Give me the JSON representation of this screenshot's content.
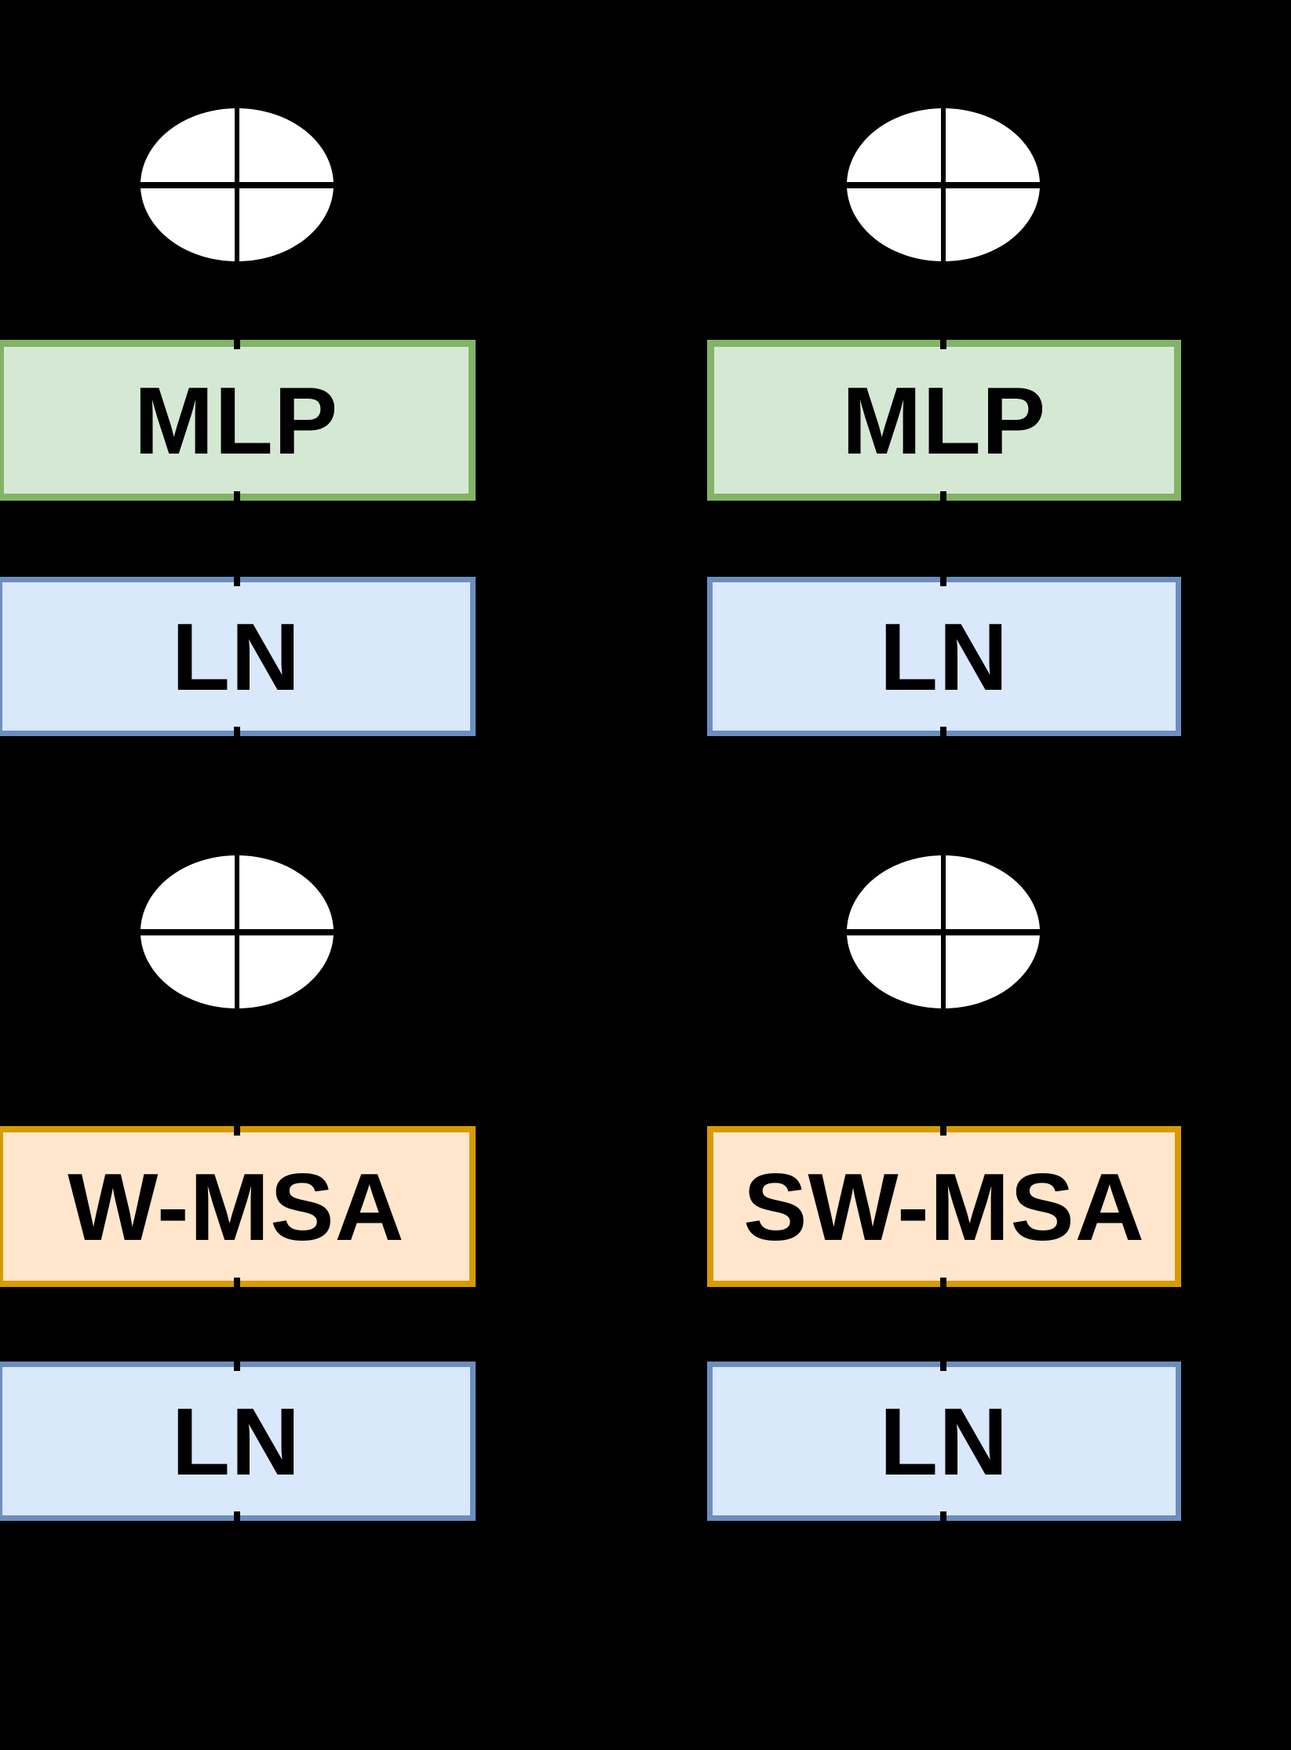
{
  "figure": {
    "columns": [
      {
        "id": "left-block",
        "mlp_label": "MLP",
        "ln_top_label": "LN",
        "msa_label": "W-MSA",
        "ln_bottom_label": "LN"
      },
      {
        "id": "right-block",
        "mlp_label": "MLP",
        "ln_top_label": "LN",
        "msa_label": "SW-MSA",
        "ln_bottom_label": "LN"
      }
    ],
    "icons": [
      {
        "name": "add-icon",
        "glyph": "⊕",
        "count": 4
      }
    ],
    "colors": {
      "background": "#000000",
      "mlp_fill": "#d5e8d4",
      "mlp_border": "#82b366",
      "ln_fill": "#dae8fc",
      "ln_border": "#6c8ebf",
      "msa_fill": "#ffe6cc",
      "msa_border": "#d79b00",
      "add_circle_fill": "#ffffff",
      "add_circle_cross": "#000000",
      "label_text": "#000000"
    }
  }
}
